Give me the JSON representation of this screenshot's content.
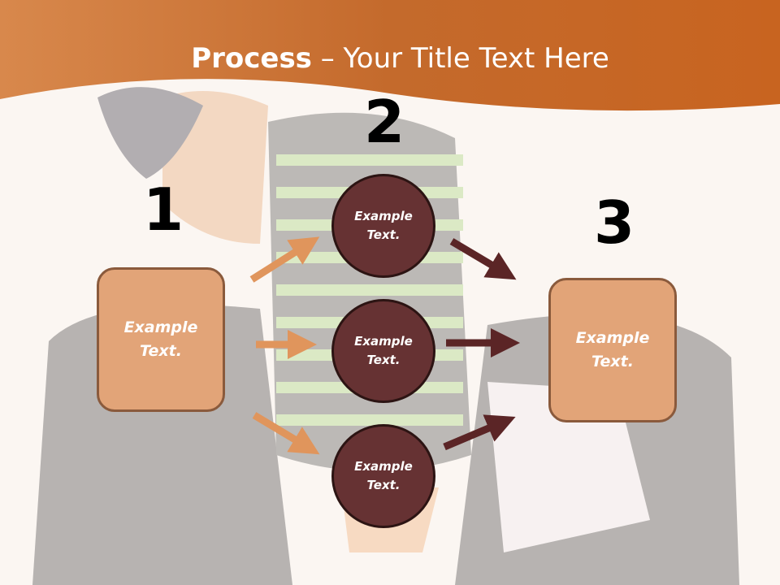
{
  "title": {
    "bold": "Process",
    "rest": " – Your Title Text Here"
  },
  "steps": [
    {
      "number": "1",
      "label_line1": "Example",
      "label_line2": "Text."
    },
    {
      "number": "2",
      "label_line1": "Example",
      "label_line2": "Text."
    },
    {
      "number": "3",
      "label_line1": "Example",
      "label_line2": "Text."
    }
  ],
  "circles": [
    {
      "line1": "Example",
      "line2": "Text."
    },
    {
      "line1": "Example",
      "line2": "Text."
    },
    {
      "line1": "Example",
      "line2": "Text."
    }
  ],
  "colors": {
    "header": "#c86a2a",
    "box_fill": "#e2a478",
    "circle_fill": "#663233",
    "arrow_left": "#e0955c",
    "arrow_right": "#5b2526"
  }
}
